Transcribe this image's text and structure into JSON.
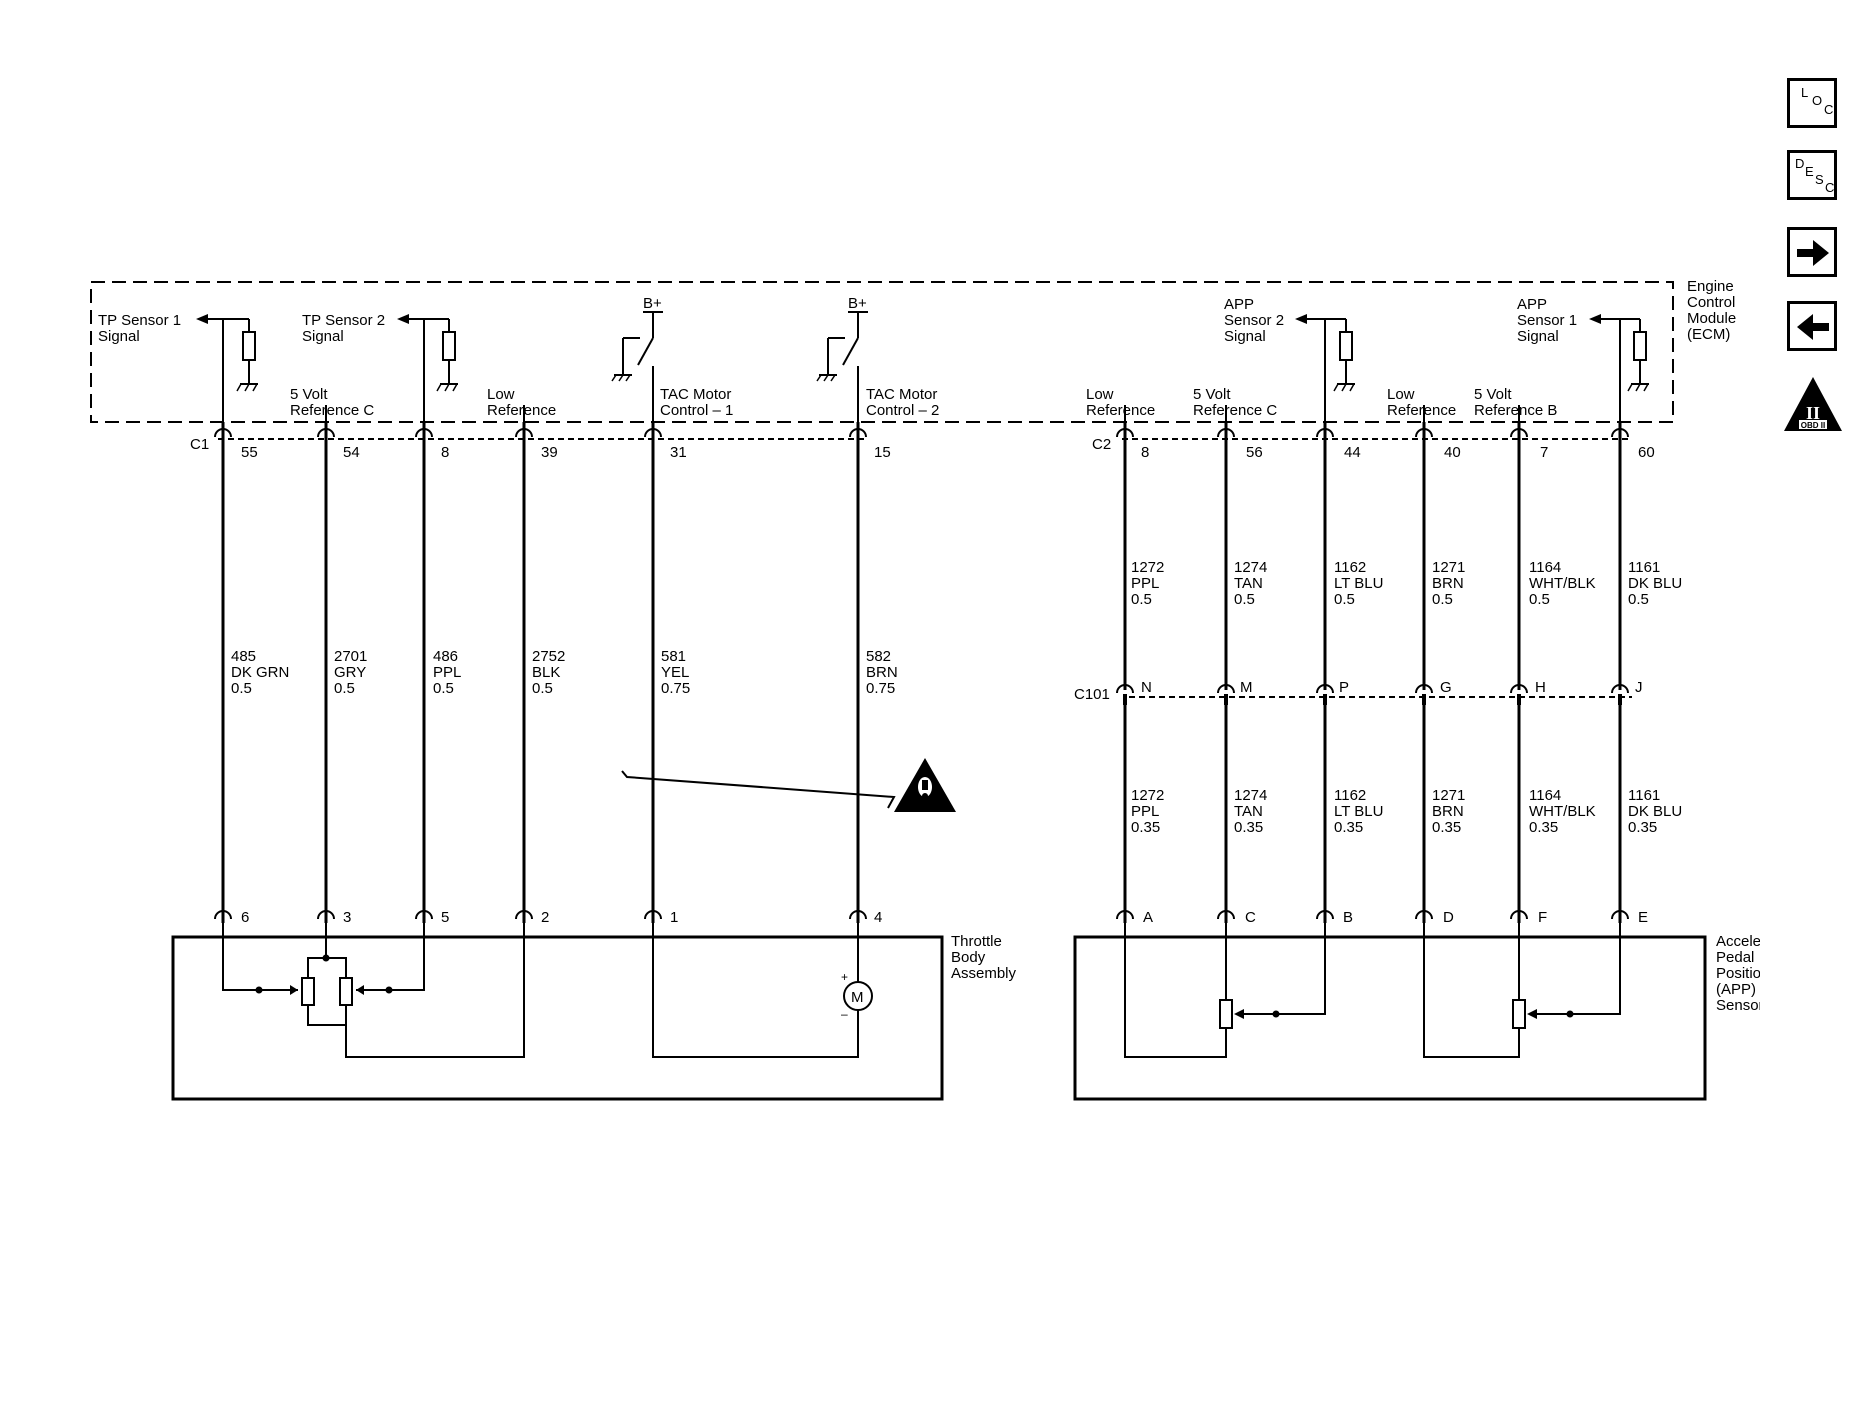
{
  "nav": {
    "loc": {
      "l1": "L",
      "l2": "O",
      "l3": "C"
    },
    "desc": {
      "l1": "D",
      "l2": "E",
      "l3": "S",
      "l4": "C"
    },
    "obd": {
      "numeral": "II",
      "label": "OBD II"
    }
  },
  "ecm": {
    "label": [
      "Engine",
      "Control",
      "Module",
      "(ECM)"
    ]
  },
  "ecm_signals": [
    [
      "TP Sensor 1",
      "Signal"
    ],
    [
      "TP Sensor 2",
      "Signal"
    ],
    [
      "APP",
      "Sensor 2",
      "Signal"
    ],
    [
      "APP",
      "Sensor 1",
      "Signal"
    ]
  ],
  "ecm_labels": [
    [
      "5 Volt",
      "Reference C"
    ],
    [
      "Low",
      "Reference"
    ],
    [
      "TAC Motor",
      "Control – 1"
    ],
    [
      "TAC Motor",
      "Control – 2"
    ],
    [
      "Low",
      "Reference"
    ],
    [
      "5 Volt",
      "Reference C"
    ],
    [
      "Low",
      "Reference"
    ],
    [
      "5 Volt",
      "Reference B"
    ]
  ],
  "supply": [
    "B+",
    "B+"
  ],
  "connectors": {
    "c1": "C1",
    "c2": "C2",
    "c101": "C101"
  },
  "c1_pins": [
    "55",
    "54",
    "8",
    "39",
    "31",
    "15"
  ],
  "c2_pins": [
    "8",
    "56",
    "44",
    "40",
    "7",
    "60"
  ],
  "c101_pins": [
    "N",
    "M",
    "P",
    "G",
    "H",
    "J"
  ],
  "tb_wires": [
    [
      "485",
      "DK GRN",
      "0.5"
    ],
    [
      "2701",
      "GRY",
      "0.5"
    ],
    [
      "486",
      "PPL",
      "0.5"
    ],
    [
      "2752",
      "BLK",
      "0.5"
    ],
    [
      "581",
      "YEL",
      "0.75"
    ],
    [
      "582",
      "BRN",
      "0.75"
    ]
  ],
  "app_upper_wires": [
    [
      "1272",
      "PPL",
      "0.5"
    ],
    [
      "1274",
      "TAN",
      "0.5"
    ],
    [
      "1162",
      "LT BLU",
      "0.5"
    ],
    [
      "1271",
      "BRN",
      "0.5"
    ],
    [
      "1164",
      "WHT/BLK",
      "0.5"
    ],
    [
      "1161",
      "DK BLU",
      "0.5"
    ]
  ],
  "app_lower_wires": [
    [
      "1272",
      "PPL",
      "0.35"
    ],
    [
      "1274",
      "TAN",
      "0.35"
    ],
    [
      "1162",
      "LT BLU",
      "0.35"
    ],
    [
      "1271",
      "BRN",
      "0.35"
    ],
    [
      "1164",
      "WHT/BLK",
      "0.35"
    ],
    [
      "1161",
      "DK BLU",
      "0.35"
    ]
  ],
  "tb_pins": [
    "6",
    "3",
    "5",
    "2",
    "1",
    "4"
  ],
  "app_pins": [
    "A",
    "C",
    "B",
    "D",
    "F",
    "E"
  ],
  "components": {
    "throttle": [
      "Throttle",
      "Body",
      "Assembly"
    ],
    "app": [
      "Accelerator",
      "Pedal",
      "Position",
      "(APP)",
      "Sensor"
    ],
    "motor": "M",
    "motor_plus": "+",
    "motor_minus": "–"
  },
  "icons": {
    "loc": "loc-icon",
    "desc": "desc-icon",
    "next": "arrow-right-icon",
    "prev": "arrow-left-icon",
    "obd": "obd-ii-icon",
    "warning": "warning-icon"
  }
}
